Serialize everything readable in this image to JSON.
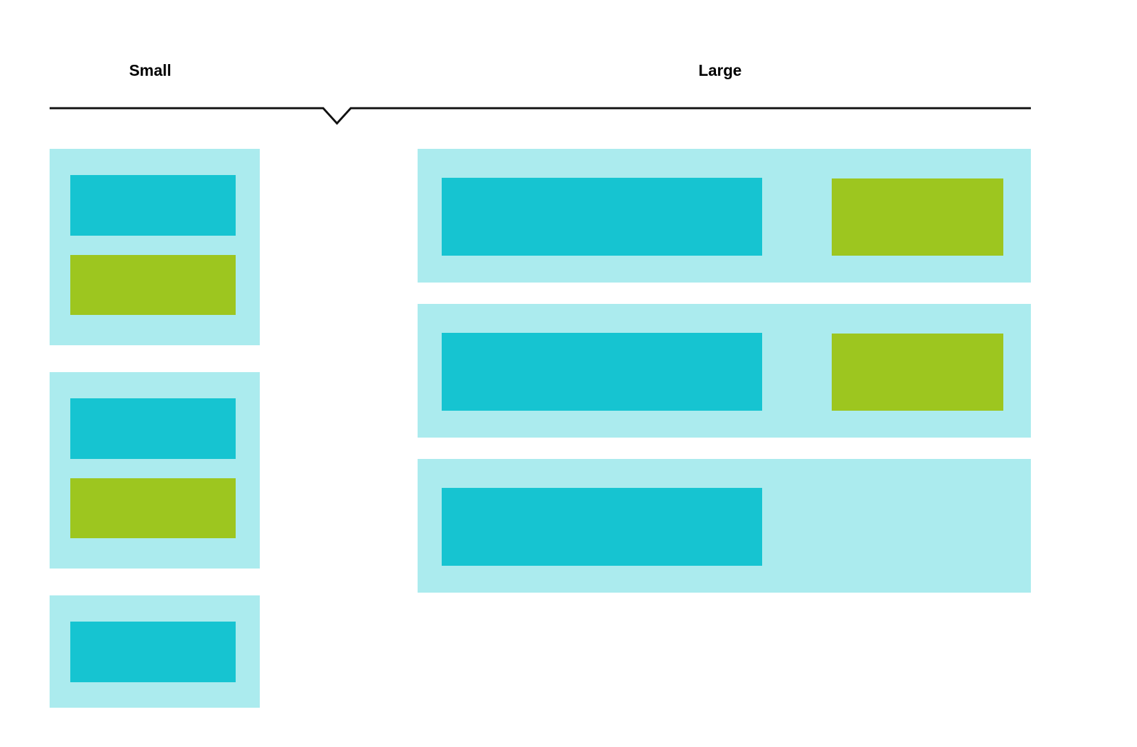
{
  "labels": {
    "small": "Small",
    "large": "Large"
  },
  "colors": {
    "container": "#abebee",
    "primary_block": "#16c4d1",
    "secondary_block": "#9dc61f",
    "line": "#111111",
    "background": "#ffffff"
  },
  "small_layout": {
    "cards": [
      {
        "blocks": [
          "primary",
          "secondary"
        ]
      },
      {
        "blocks": [
          "primary",
          "secondary"
        ]
      },
      {
        "blocks": [
          "primary"
        ]
      }
    ]
  },
  "large_layout": {
    "cards": [
      {
        "blocks": [
          "primary",
          "secondary"
        ]
      },
      {
        "blocks": [
          "primary",
          "secondary"
        ]
      },
      {
        "blocks": [
          "primary"
        ]
      }
    ]
  }
}
